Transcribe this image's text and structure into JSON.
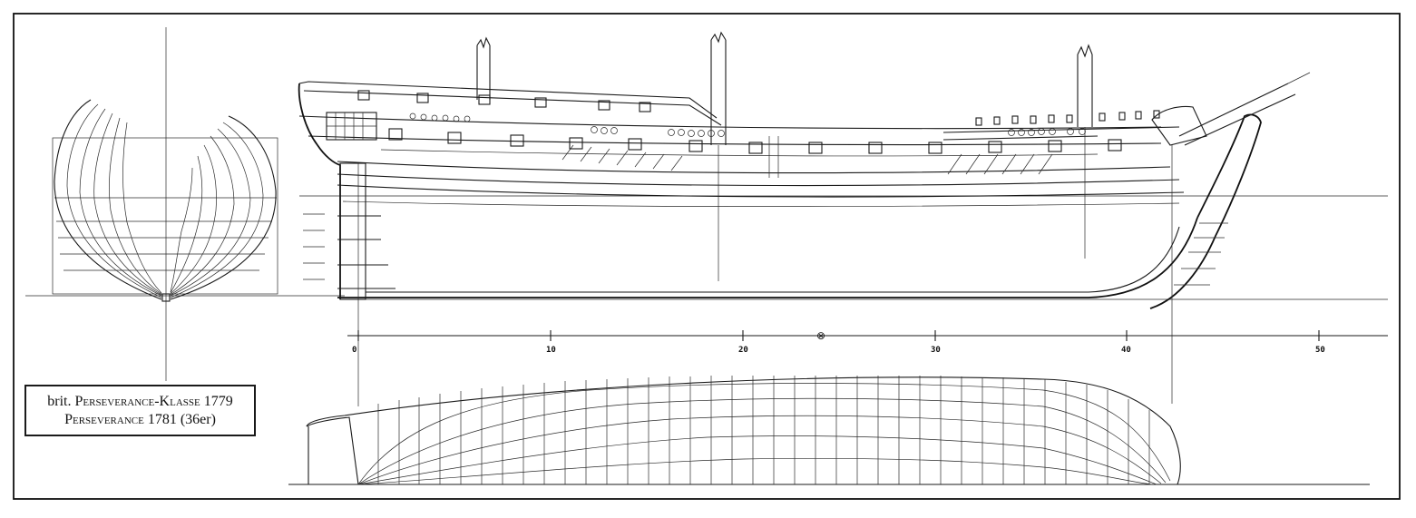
{
  "caption": {
    "line1_prefix": "brit. ",
    "line1_class": "Perseverance-Klasse",
    "line1_year": " 1779",
    "line2_ship": "Perseverance",
    "line2_rest": " 1781 (36er)"
  },
  "scale": {
    "ticks": [
      "0",
      "10",
      "20",
      "30",
      "40",
      "50"
    ],
    "midship_symbol": "⊗"
  },
  "colors": {
    "ink": "#1a1a1a",
    "paper": "#ffffff"
  }
}
